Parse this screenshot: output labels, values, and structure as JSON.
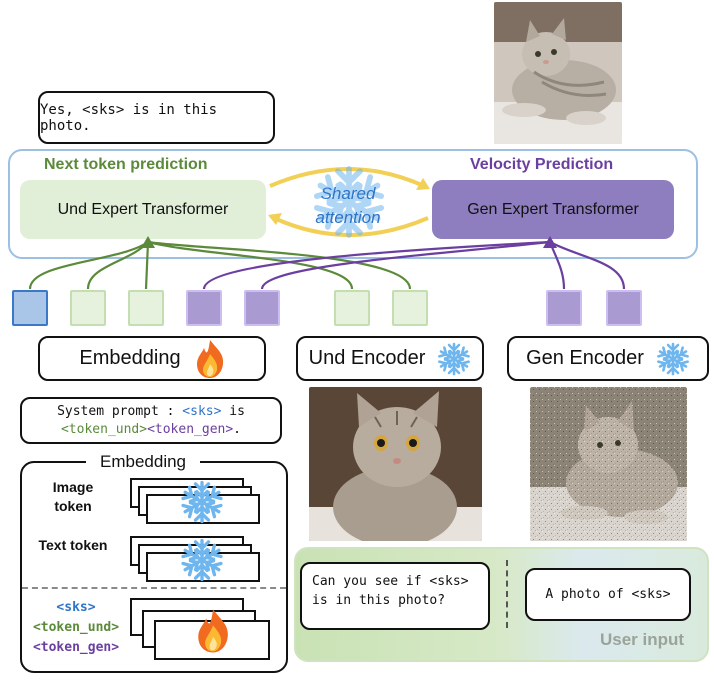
{
  "response_text": "Yes, <sks> is in this photo.",
  "und_expert": {
    "label": "Und Expert Transformer",
    "title": "Next token prediction"
  },
  "gen_expert": {
    "label": "Gen Expert Transformer",
    "title": "Velocity Prediction"
  },
  "shared_attention": {
    "line1": "Shared",
    "line2": "attention"
  },
  "modules": {
    "embedding": "Embedding",
    "und_encoder": "Und Encoder",
    "gen_encoder": "Gen Encoder"
  },
  "system_prompt": {
    "prefix": "System prompt",
    "colon": " : ",
    "sks": "<sks>",
    "is": " is",
    "token_und": "<token_und>",
    "token_gen": "<token_gen>",
    "dot": "."
  },
  "embedding_panel": {
    "title": "Embedding",
    "image_token": "Image token",
    "text_token": "Text token",
    "special_tokens": [
      "<sks>",
      "<token_und>",
      "<token_gen>"
    ]
  },
  "user_input": {
    "question": "Can you see if <sks> is in this photo?",
    "gen_prompt": "A photo of <sks>",
    "label": "User input"
  },
  "icons": {
    "frozen": "snowflake-icon",
    "trainable": "fire-icon"
  },
  "colors": {
    "und_green": "#5b8a3a",
    "gen_purple": "#6b3fa0",
    "und_box": "#e2efd8",
    "gen_box": "#8e7dbf",
    "frame_blue": "#9cc0e3",
    "sks_blue": "#2f74c8",
    "attention_arrow": "#f2cf55",
    "user_input_bg": "#c9e2b4"
  }
}
